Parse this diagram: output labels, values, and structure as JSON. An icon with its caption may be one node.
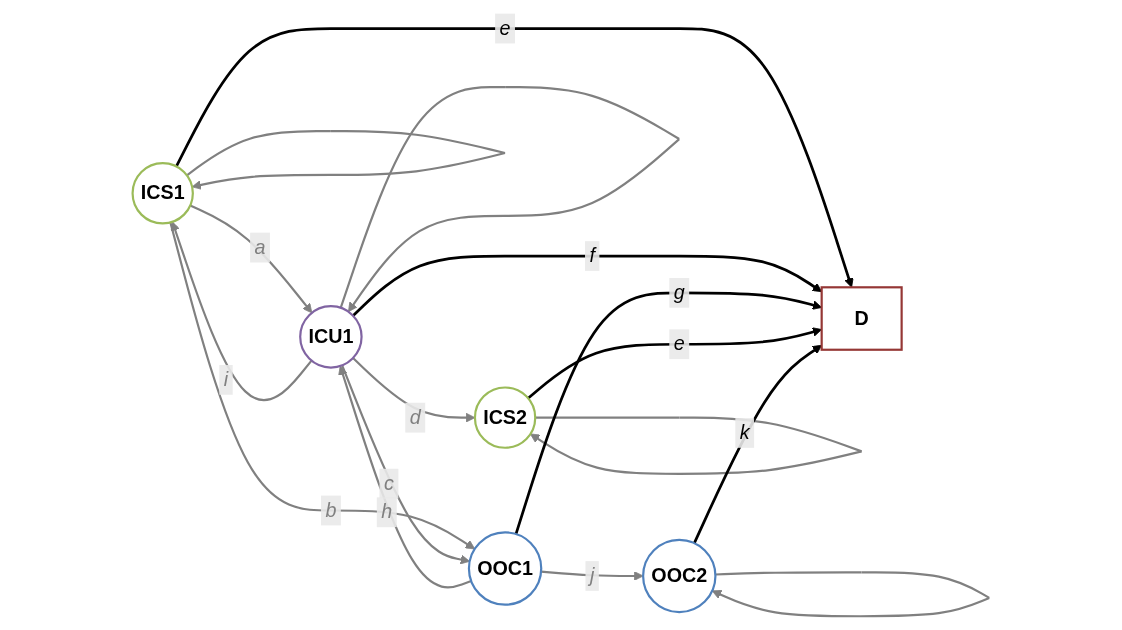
{
  "diagram": {
    "nodes": [
      {
        "text": [
          "ICS1"
        ]
      },
      {
        "text": [
          "ICU1"
        ]
      },
      {
        "text": [
          "ICS2"
        ]
      },
      {
        "text": [
          "OOC1"
        ]
      },
      {
        "text": [
          "OOC2"
        ]
      },
      {
        "text": [
          "D"
        ]
      }
    ],
    "edges": [
      {
        "from": 0,
        "to": 0,
        "arrow": "to"
      },
      {
        "from": 1,
        "to": 1,
        "arrow": "to"
      },
      {
        "from": 2,
        "to": 2,
        "arrow": "to"
      },
      {
        "from": 4,
        "to": 4,
        "arrow": "to"
      },
      {
        "from": 0,
        "to": 1,
        "arrow": "to",
        "label": "a"
      },
      {
        "from": 1,
        "to": 0,
        "arrow": "to",
        "label": "i"
      },
      {
        "from": 1,
        "to": 2,
        "arrow": "to",
        "label": "d"
      },
      {
        "from": 0,
        "to": 3,
        "arrow": "to",
        "label": "b"
      },
      {
        "from": 1,
        "to": 3,
        "arrow": "to",
        "label": "c"
      },
      {
        "from": 3,
        "to": 1,
        "arrow": "to",
        "label": "h"
      },
      {
        "from": 3,
        "to": 4,
        "arrow": "to",
        "label": "j"
      },
      {
        "from": 0,
        "to": 5,
        "arrow": "to",
        "label": "e",
        "color": "#000000"
      },
      {
        "from": 1,
        "to": 5,
        "arrow": "to",
        "label": "f",
        "color": "#000000"
      },
      {
        "from": 3,
        "to": 5,
        "arrow": "to",
        "label": "g",
        "color": "#000000"
      },
      {
        "from": 2,
        "to": 5,
        "arrow": "to",
        "label": "e",
        "color": "#000000"
      },
      {
        "from": 4,
        "to": 5,
        "arrow": "to",
        "label": "k",
        "color": "#000000"
      }
    ]
  }
}
